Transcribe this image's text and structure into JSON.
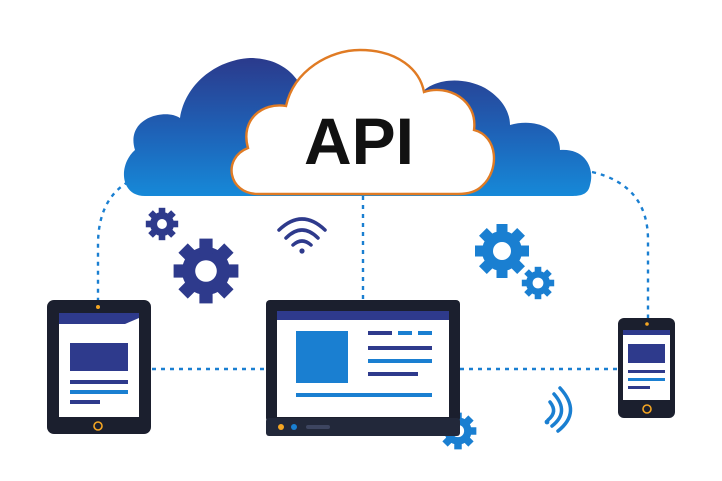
{
  "diagram": {
    "cloud_label": "API",
    "colors": {
      "cloud_dark": "#2b3a8c",
      "cloud_mid": "#1e63b8",
      "cloud_light": "#1585d6",
      "cloud_outline": "#e07b24",
      "device_frame": "#1b1f2e",
      "navy": "#2e3a8c",
      "blue": "#1a7fd1",
      "accent_orange": "#f5a623"
    },
    "icons": [
      "gear-icon",
      "wifi-icon",
      "signal-icon"
    ],
    "devices": [
      "tablet",
      "laptop",
      "phone"
    ]
  }
}
